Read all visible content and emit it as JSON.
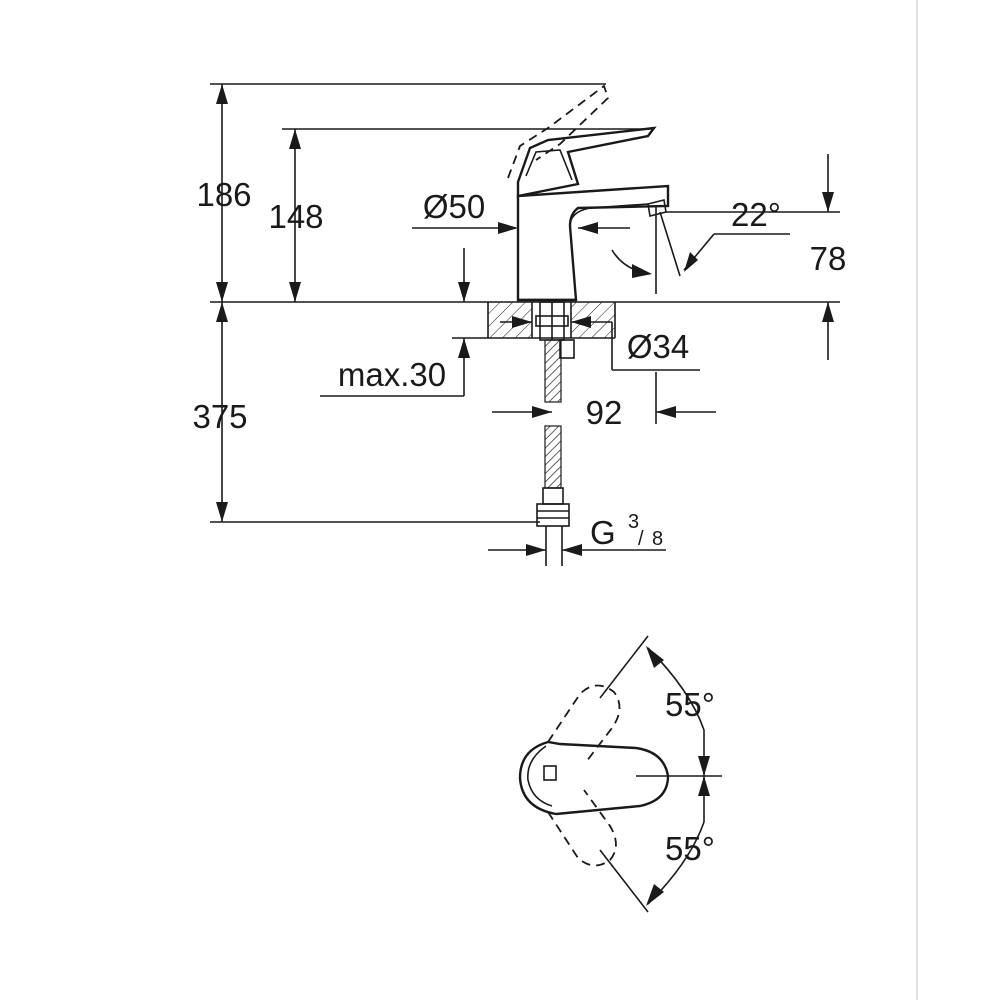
{
  "dimensions": {
    "height_lever_open": "186",
    "height_spout": "148",
    "body_diameter": "Ø50",
    "spout_angle": "22°",
    "spout_height": "78",
    "hole_diameter": "Ø34",
    "max_thickness": "max.30",
    "hose_length": "375",
    "projection": "92",
    "thread_prefix": "G",
    "thread_num": "3",
    "thread_den": "8"
  },
  "top_view": {
    "angle_upper": "55°",
    "angle_lower": "55°"
  },
  "colors": {
    "line": "#1a1a1a",
    "background": "#ffffff",
    "border": "#d8d8d8"
  }
}
